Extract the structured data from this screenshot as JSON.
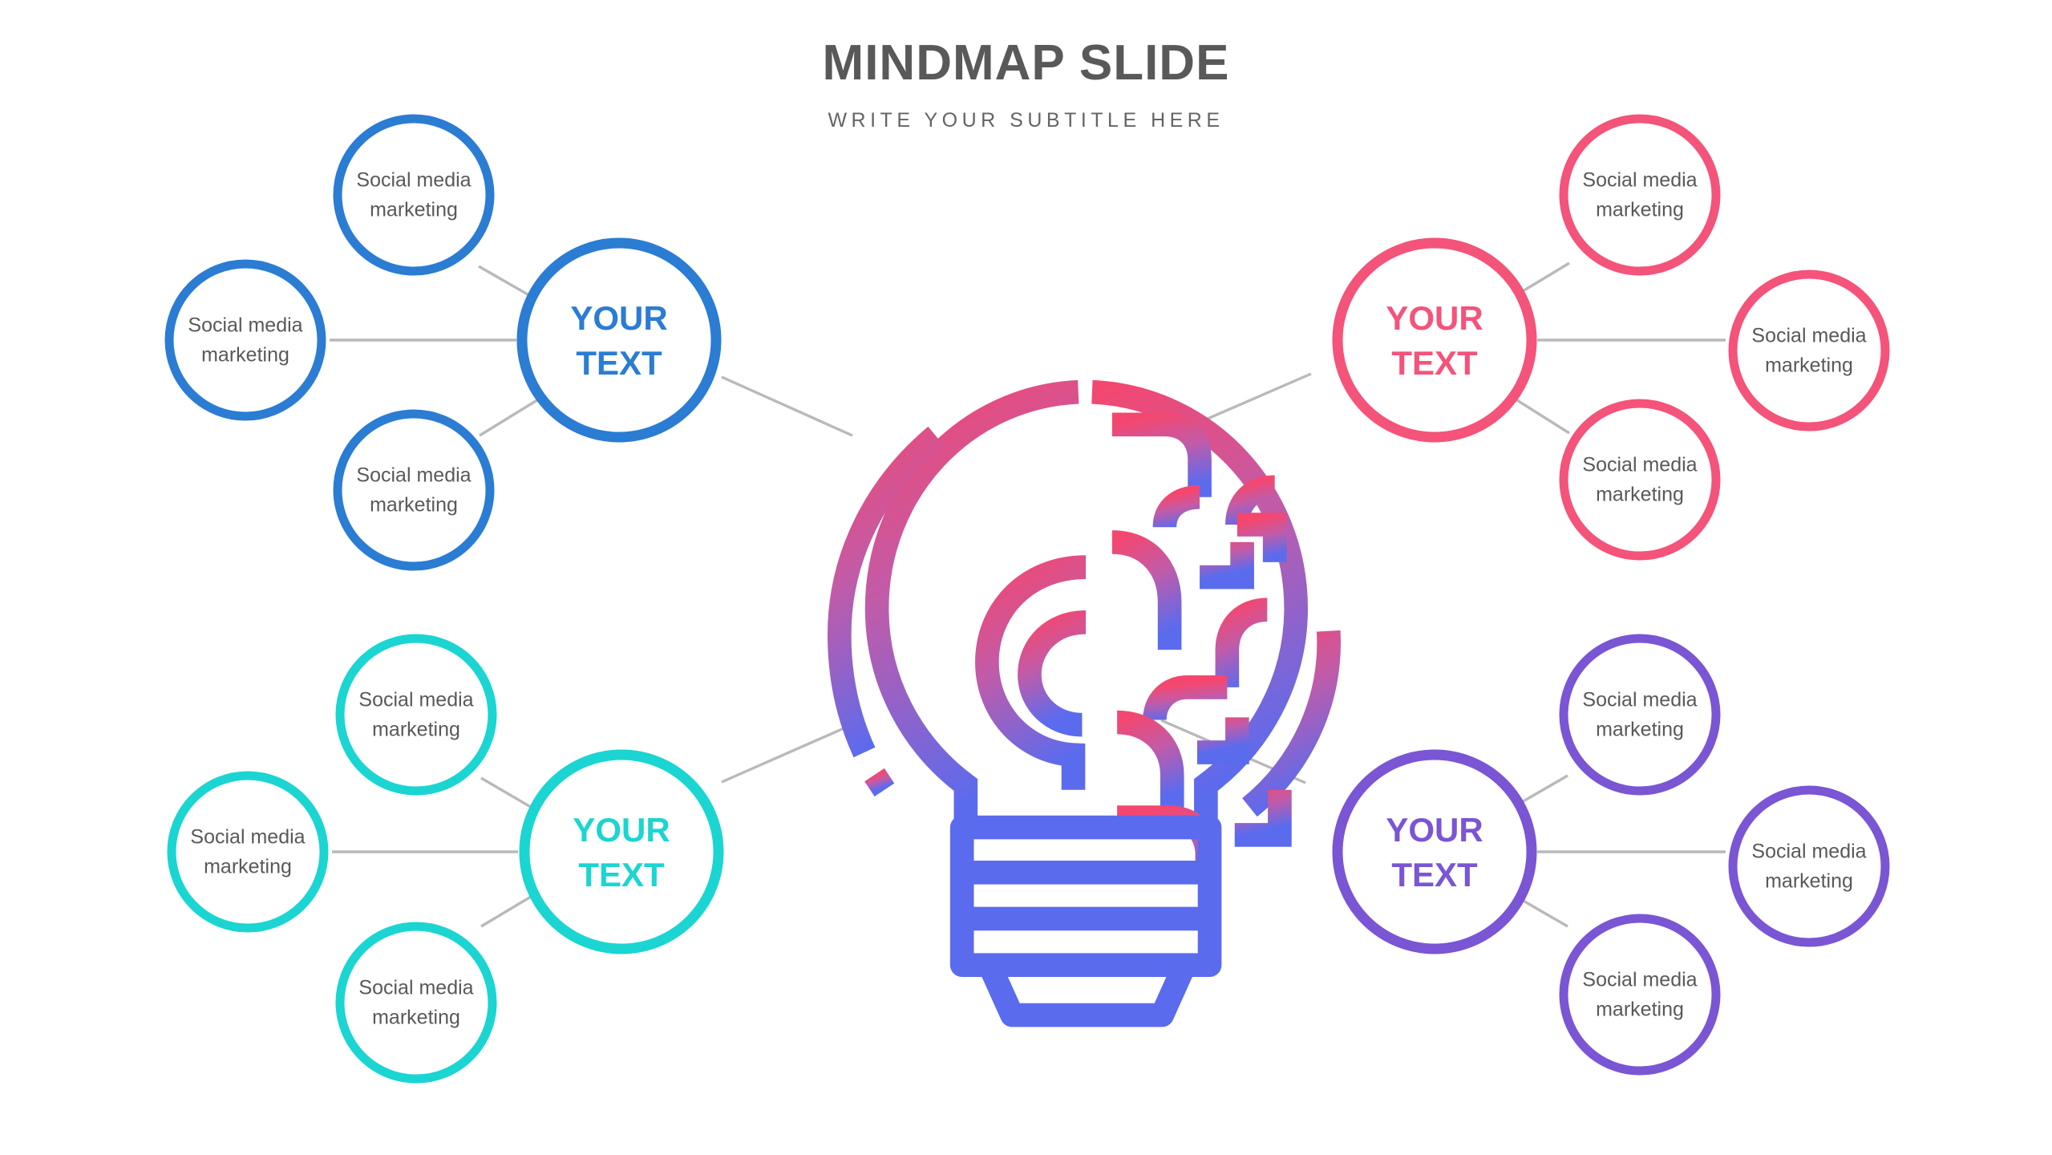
{
  "header": {
    "title": "MINDMAP SLIDE",
    "subtitle": "WRITE YOUR SUBTITLE HERE",
    "title_color": "#595959",
    "subtitle_color": "#646464"
  },
  "center_icon": {
    "name": "lightbulb-brain-icon",
    "gradient_top_color": "#F4476F",
    "gradient_bottom_color": "#5B6BEE"
  },
  "connector_color": "#b9b9b9",
  "satellite_label": "Social media marketing",
  "hub_label_line1": "YOUR",
  "hub_label_line2": "TEXT",
  "branches": [
    {
      "id": "blue",
      "color": "#2B7CD3",
      "hub": {
        "line1": "YOUR",
        "line2": "TEXT"
      },
      "satellites": [
        {
          "position": "top",
          "label": "Social media marketing"
        },
        {
          "position": "left",
          "label": "Social media marketing"
        },
        {
          "position": "bottom",
          "label": "Social media marketing"
        }
      ]
    },
    {
      "id": "pink",
      "color": "#F4537A",
      "hub": {
        "line1": "YOUR",
        "line2": "TEXT"
      },
      "satellites": [
        {
          "position": "top",
          "label": "Social media marketing"
        },
        {
          "position": "right",
          "label": "Social media marketing"
        },
        {
          "position": "bottom",
          "label": "Social media marketing"
        }
      ]
    },
    {
      "id": "cyan",
      "color": "#1BD5D2",
      "hub": {
        "line1": "YOUR",
        "line2": "TEXT"
      },
      "satellites": [
        {
          "position": "top",
          "label": "Social media marketing"
        },
        {
          "position": "left",
          "label": "Social media marketing"
        },
        {
          "position": "bottom",
          "label": "Social media marketing"
        }
      ]
    },
    {
      "id": "purple",
      "color": "#7A55D4",
      "hub": {
        "line1": "YOUR",
        "line2": "TEXT"
      },
      "satellites": [
        {
          "position": "top",
          "label": "Social media marketing"
        },
        {
          "position": "right",
          "label": "Social media marketing"
        },
        {
          "position": "bottom",
          "label": "Social media marketing"
        }
      ]
    }
  ]
}
